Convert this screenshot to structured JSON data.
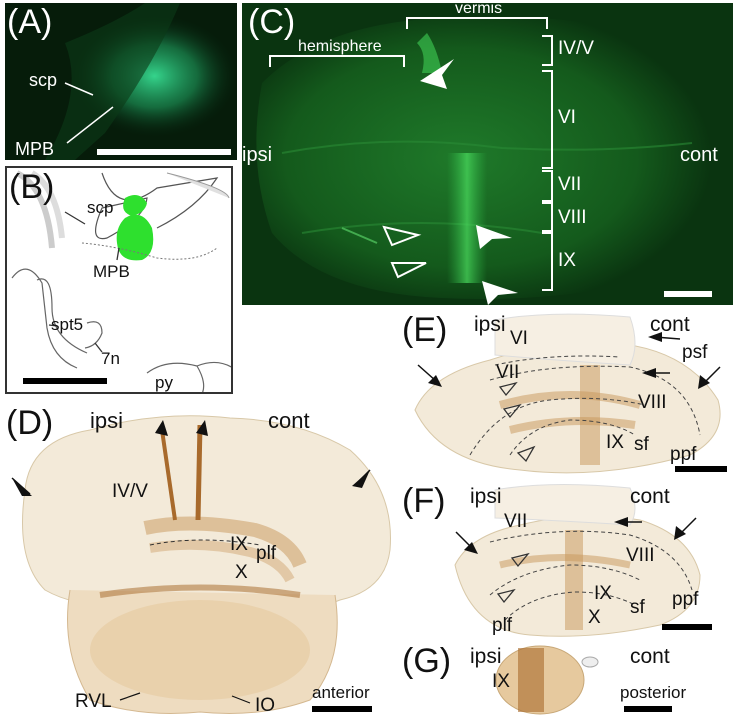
{
  "panels": {
    "A": {
      "label": "(A)",
      "scp": "scp",
      "mpb": "MPB"
    },
    "B": {
      "label": "(B)",
      "scp": "scp",
      "mpb": "MPB",
      "spt5": "spt5",
      "n7": "7n",
      "py": "py"
    },
    "C": {
      "label": "(C)",
      "vermis": "vermis",
      "hemisphere": "hemisphere",
      "ipsi": "ipsi",
      "cont": "cont",
      "lobules": [
        "IV/V",
        "VI",
        "VII",
        "VIII",
        "IX"
      ]
    },
    "D": {
      "label": "(D)",
      "ipsi": "ipsi",
      "cont": "cont",
      "iv_v": "IV/V",
      "ix": "IX",
      "plf": "plf",
      "x": "X",
      "rvl": "RVL",
      "io": "IO",
      "anterior": "anterior"
    },
    "E": {
      "label": "(E)",
      "ipsi": "ipsi",
      "vi": "VI",
      "cont": "cont",
      "psf": "psf",
      "vii": "VII",
      "viii": "VIII",
      "ix": "IX",
      "sf": "sf",
      "ppf": "ppf"
    },
    "F": {
      "label": "(F)",
      "ipsi": "ipsi",
      "cont": "cont",
      "vii": "VII",
      "viii": "VIII",
      "ix": "IX",
      "sf": "sf",
      "ppf": "ppf",
      "plf": "plf",
      "x": "X"
    },
    "G": {
      "label": "(G)",
      "ipsi": "ipsi",
      "cont": "cont",
      "ix": "IX",
      "posterior": "posterior"
    }
  },
  "colors": {
    "fluor_bg": "#062a08",
    "fluor_green": "#2ee070",
    "stain": "#c8955a",
    "tissue": "#f1e6d6"
  }
}
